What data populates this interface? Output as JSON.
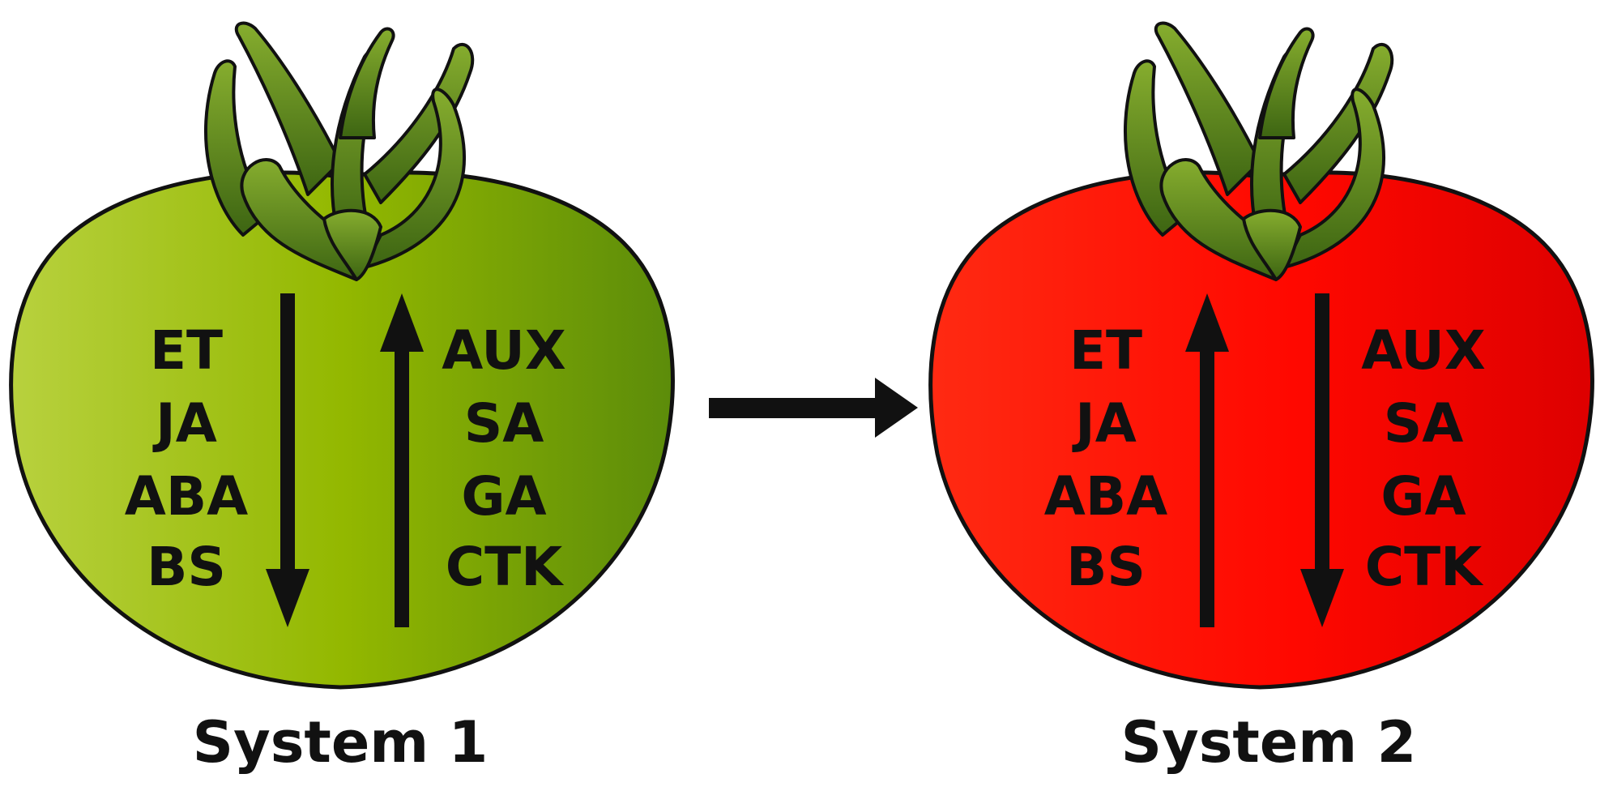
{
  "colors": {
    "green_light": "#b5cf3a",
    "green_mid": "#8fb400",
    "green_dark": "#5f8f0c",
    "red_light": "#ff2a10",
    "red_mid": "#ff0a00",
    "red_dark": "#e00000",
    "stem_light": "#7ea52a",
    "stem_dark": "#3f6814",
    "outline": "#111111"
  },
  "system1": {
    "label": "System 1",
    "left_hormones": [
      "ET",
      "JA",
      "ABA",
      "BS"
    ],
    "right_hormones": [
      "AUX",
      "SA",
      "GA",
      "CTK"
    ],
    "left_arrow": "down",
    "right_arrow": "up"
  },
  "system2": {
    "label": "System 2",
    "left_hormones": [
      "ET",
      "JA",
      "ABA",
      "BS"
    ],
    "right_hormones": [
      "AUX",
      "SA",
      "GA",
      "CTK"
    ],
    "left_arrow": "up",
    "right_arrow": "down"
  },
  "transition_arrow": "right-arrow-icon"
}
